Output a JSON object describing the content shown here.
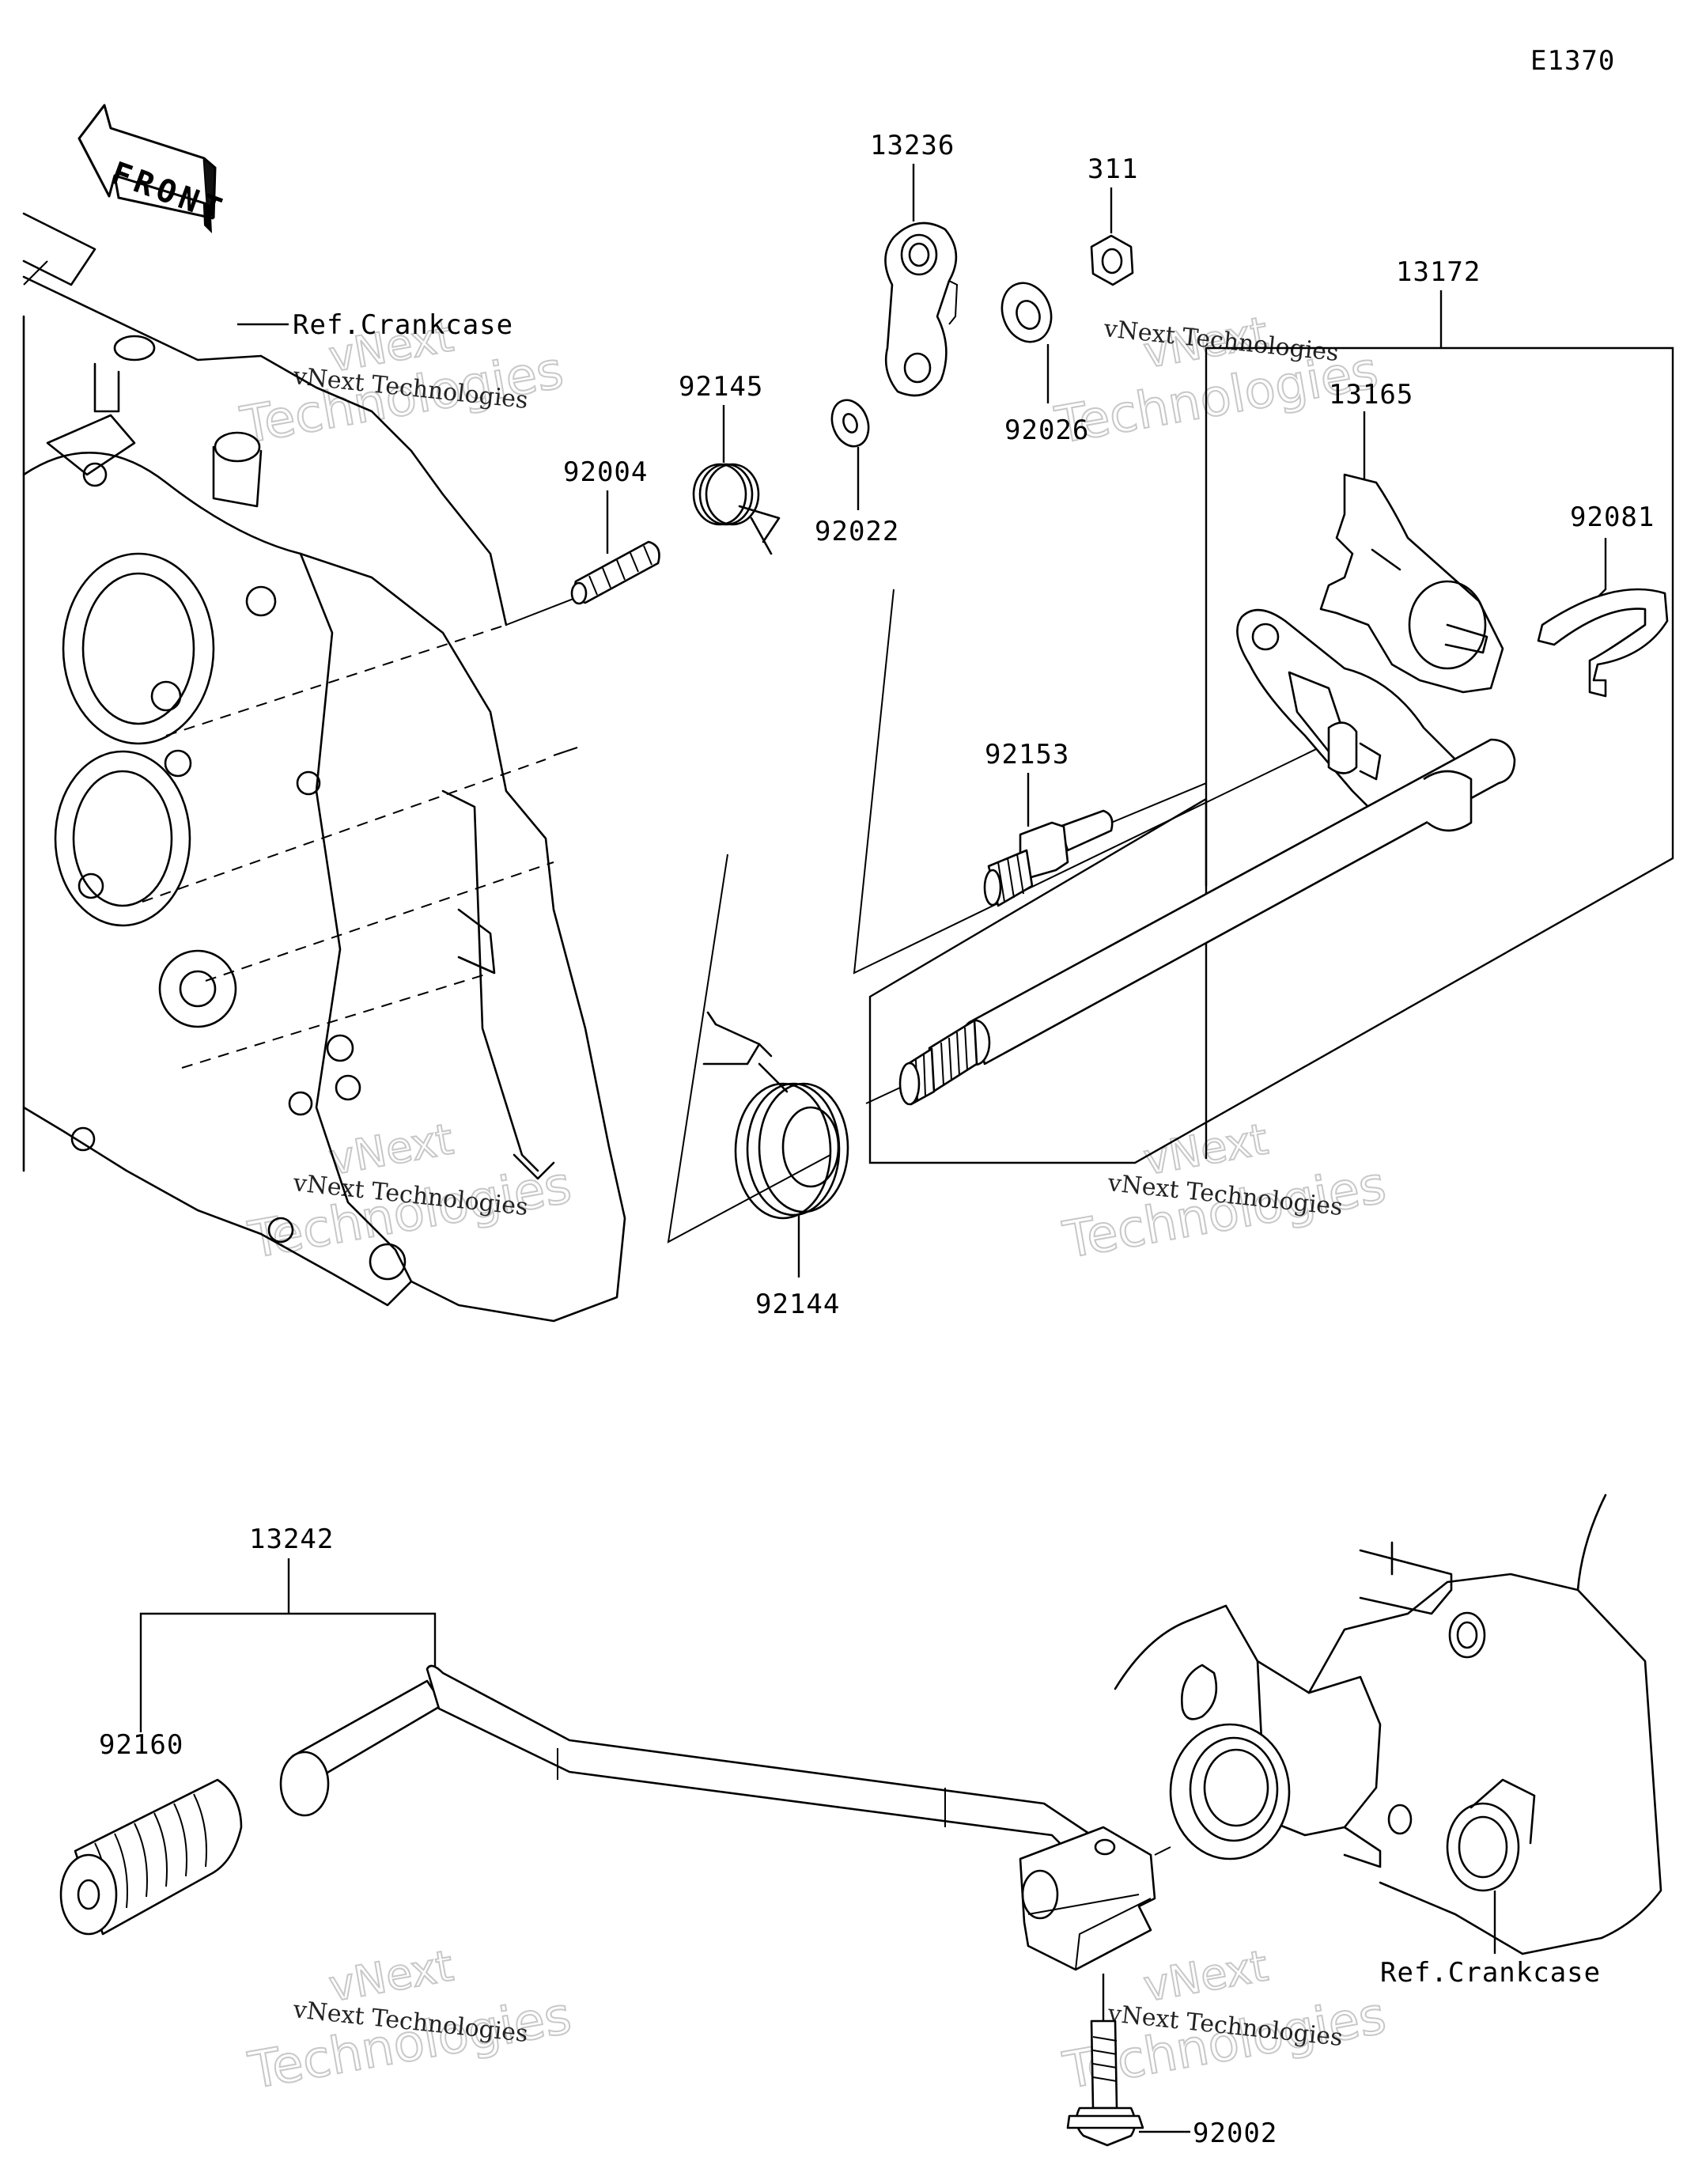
{
  "diagram_code": "E1370",
  "front_badge": "FRONT",
  "callouts": {
    "ref_crankcase_top": "Ref.Crankcase",
    "ref_crankcase_bottom": "Ref.Crankcase",
    "p13236": "13236",
    "p311": "311",
    "p13172": "13172",
    "p92145": "92145",
    "p92004": "92004",
    "p92022": "92022",
    "p92026": "92026",
    "p13165": "13165",
    "p92081": "92081",
    "p92153": "92153",
    "p92144": "92144",
    "p13242": "13242",
    "p92160": "92160",
    "p92002": "92002"
  },
  "watermark": {
    "brand": "vNext",
    "company": "vNext Technologies",
    "large": "Technologies"
  }
}
